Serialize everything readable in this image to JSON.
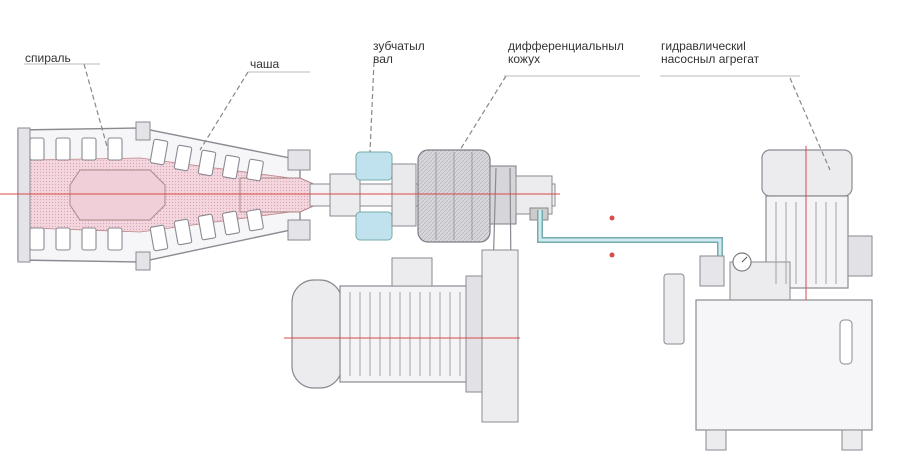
{
  "labels": {
    "spiral": "спираль",
    "bowl": "чаша",
    "gear_shaft": [
      "зубчатыл",
      "вал"
    ],
    "diff_housing": [
      "дифференциальныл",
      "кожух"
    ],
    "hydraulic_unit": [
      "гидравлическиl",
      "насосныл агрегат"
    ]
  },
  "colors": {
    "outline": "#7c7c84",
    "fill_gray": "#dcdcdf",
    "fill_pink": "#f7dbe2",
    "fill_blue": "#bfe2ee",
    "centerline": "#d94a4a",
    "leader": "#888888"
  }
}
